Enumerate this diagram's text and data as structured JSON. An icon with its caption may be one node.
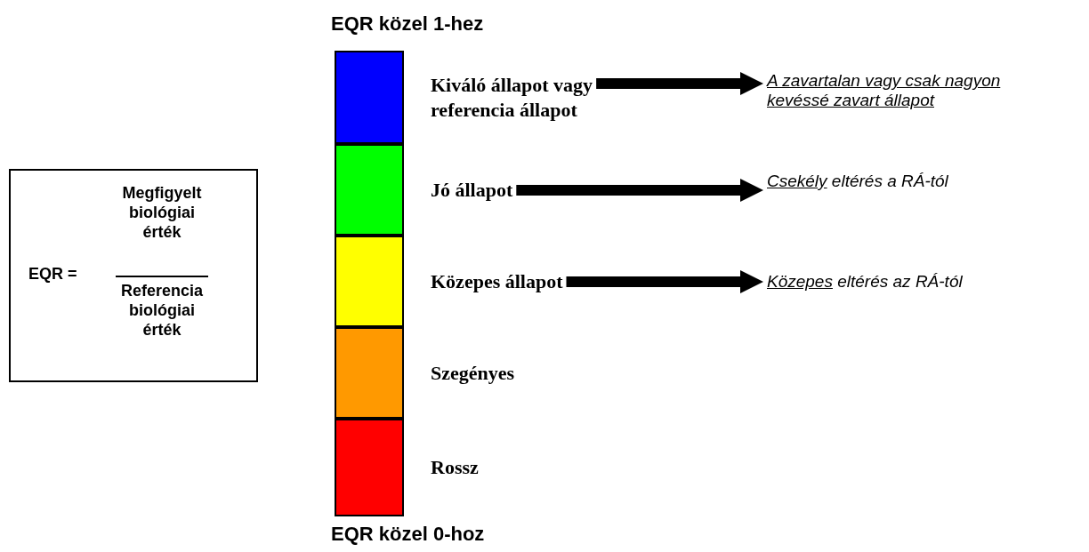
{
  "diagram": {
    "nodes": [
      {
        "text": [
          "EQR =",
          "Megfigyelt biológiai érték",
          "Referencia biológiai érték"
        ]
      },
      {
        "text": [],
        "shape": "bar"
      },
      {
        "text": [],
        "shape": "bar"
      },
      {
        "text": [],
        "shape": "bar"
      },
      {
        "text": [],
        "shape": "bar"
      },
      {
        "text": [],
        "shape": "bar"
      },
      {
        "text": [
          "Kiváló állapot vagy referencia állapot"
        ]
      },
      {
        "text": [
          "Jó állapot"
        ]
      },
      {
        "text": [
          "Közepes állapot"
        ]
      },
      {
        "text": [
          "Szegényes"
        ]
      },
      {
        "text": [
          "Rossz"
        ]
      },
      {
        "text": [
          "A zavartalan vagy csak nagyon kevéssé zavart állapot"
        ]
      },
      {
        "text": [
          "Csekély",
          "eltérés a RÁ-tól"
        ]
      },
      {
        "text": [
          "Közepes",
          "eltérés az RÁ-tól"
        ]
      }
    ],
    "edges": [
      {
        "from": 6,
        "to": 11,
        "arrow": "to"
      },
      {
        "from": 7,
        "to": 12,
        "arrow": "to"
      },
      {
        "from": 8,
        "to": 13,
        "arrow": "to"
      }
    ],
    "labels": [
      "EQR közel 1-hez",
      "EQR közel 0-hoz"
    ]
  }
}
